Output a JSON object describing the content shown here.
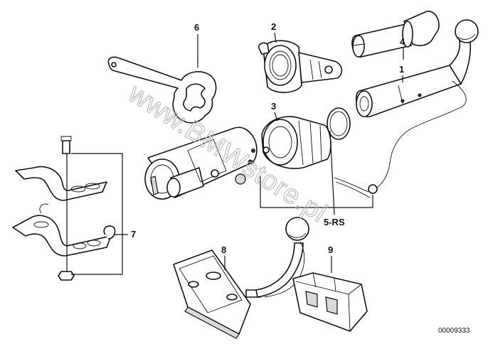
{
  "diagram": {
    "part_labels": {
      "p1": "1",
      "p2": "2",
      "p3": "3",
      "p4": "4",
      "p5": "5-RS",
      "p6": "6",
      "p7": "7",
      "p8": "8",
      "p9": "9"
    },
    "image_code": "00009333",
    "watermark": "www.BMWstore.pl"
  }
}
